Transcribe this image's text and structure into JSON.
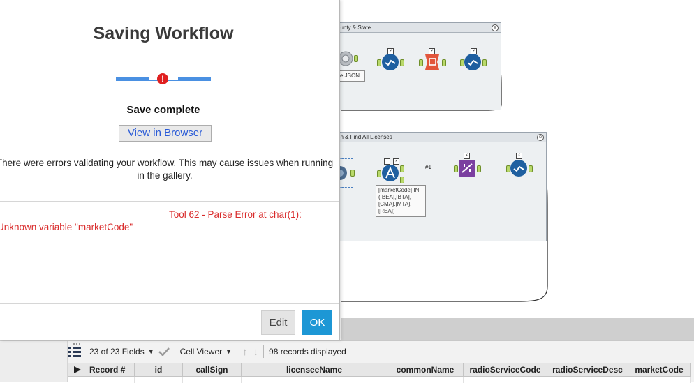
{
  "dialog": {
    "title": "Saving Workflow",
    "status": "Save complete",
    "view_in_browser_label": "View in Browser",
    "warning": "There were errors validating your workflow. This may cause issues when running in the gallery.",
    "error_line_1": "Tool 62 - Parse Error at char(1):",
    "error_line_2": "Unknown variable \"marketCode\"",
    "edit_label": "Edit",
    "ok_label": "OK",
    "progress_state": "error",
    "error_dot_glyph": "!",
    "colors": {
      "error": "#d92b2b",
      "ok_button": "#1d97d5",
      "progress": "#4a90e2",
      "link": "#2a5bd7"
    }
  },
  "canvas": {
    "container_1_title": "ounty & State",
    "container_2_title": "on & Find All Licenses",
    "parse_json_label": "e JSON",
    "filter_annotation": "[marketCode] IN\n([BEA],[BTA],\n[CMA],[MTA],\n[REA])",
    "connection_label": "#1",
    "badge_glyph": "⚡",
    "collapse_glyph": "⊖"
  },
  "results": {
    "fields_label": "23 of 23 Fields",
    "viewer_label": "Cell Viewer",
    "up_icon": "↑",
    "down_icon": "↓",
    "records_label": "98 records displayed",
    "columns": [
      "Record #",
      "id",
      "callSign",
      "licenseeName",
      "commonName",
      "radioServiceCode",
      "radioServiceDesc",
      "marketCode"
    ]
  }
}
